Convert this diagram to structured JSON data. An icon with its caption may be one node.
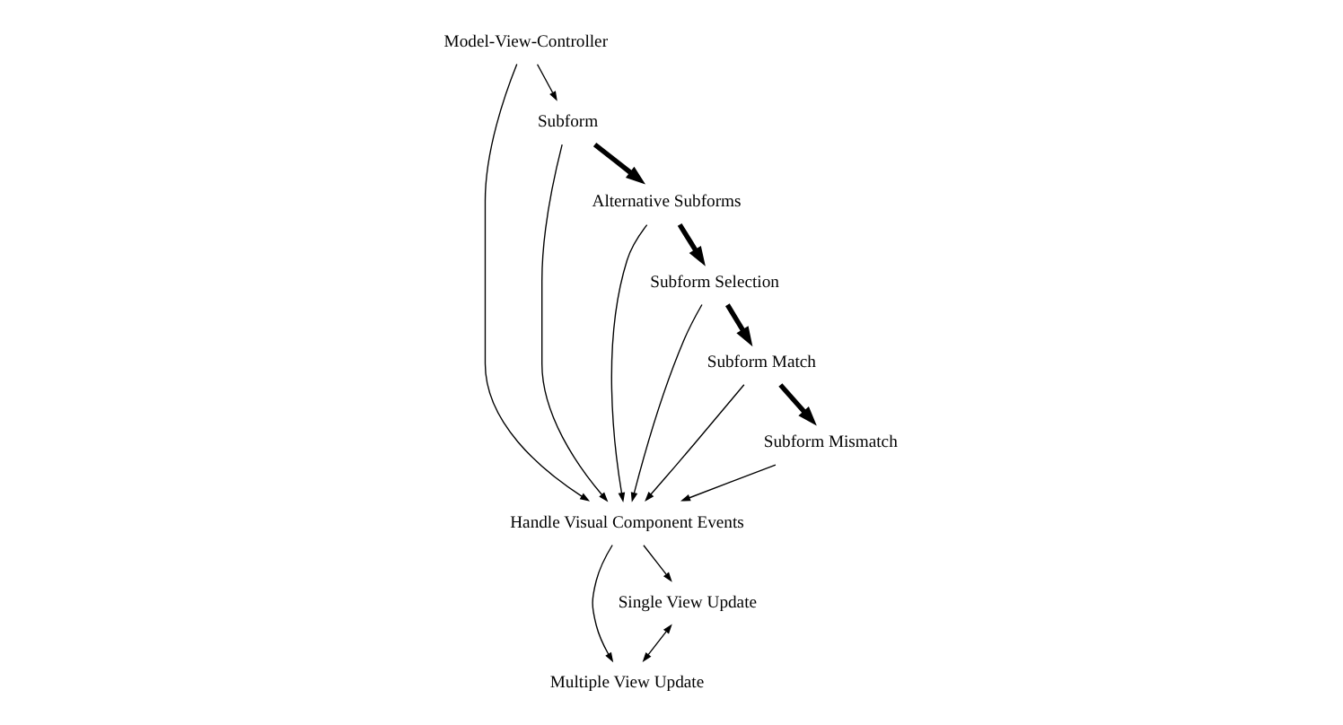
{
  "diagram": {
    "nodes": [
      {
        "text": [
          "Model-View-Controller"
        ]
      },
      {
        "text": [
          "Handle Visual Component Events"
        ]
      },
      {
        "text": [
          "Subform"
        ]
      },
      {
        "text": [
          "Alternative Subforms"
        ]
      },
      {
        "text": [
          "Subform Selection"
        ]
      },
      {
        "text": [
          "Subform Match"
        ]
      },
      {
        "text": [
          "Subform Mismatch"
        ]
      },
      {
        "text": [
          "Multiple View Update"
        ]
      },
      {
        "text": [
          "Single View Update"
        ]
      }
    ],
    "edges": [
      {
        "from": 0,
        "to": 2,
        "arrow": "to"
      },
      {
        "from": 0,
        "to": 1,
        "arrow": "to"
      },
      {
        "from": 2,
        "to": 1,
        "arrow": "to"
      },
      {
        "from": 3,
        "to": 1,
        "arrow": "to"
      },
      {
        "from": 4,
        "to": 1,
        "arrow": "to"
      },
      {
        "from": 5,
        "to": 1,
        "arrow": "to"
      },
      {
        "from": 6,
        "to": 1,
        "arrow": "to"
      },
      {
        "from": 1,
        "to": 7,
        "arrow": "to"
      },
      {
        "from": 1,
        "to": 8,
        "arrow": "to"
      },
      {
        "from": 8,
        "to": 7,
        "arrow": "both"
      },
      {
        "from": 2,
        "to": 3,
        "arrow": "to",
        "style": "thick"
      },
      {
        "from": 3,
        "to": 4,
        "arrow": "to",
        "style": "thick"
      },
      {
        "from": 4,
        "to": 5,
        "arrow": "to",
        "style": "thick"
      },
      {
        "from": 5,
        "to": 6,
        "arrow": "to",
        "style": "thick"
      }
    ]
  }
}
